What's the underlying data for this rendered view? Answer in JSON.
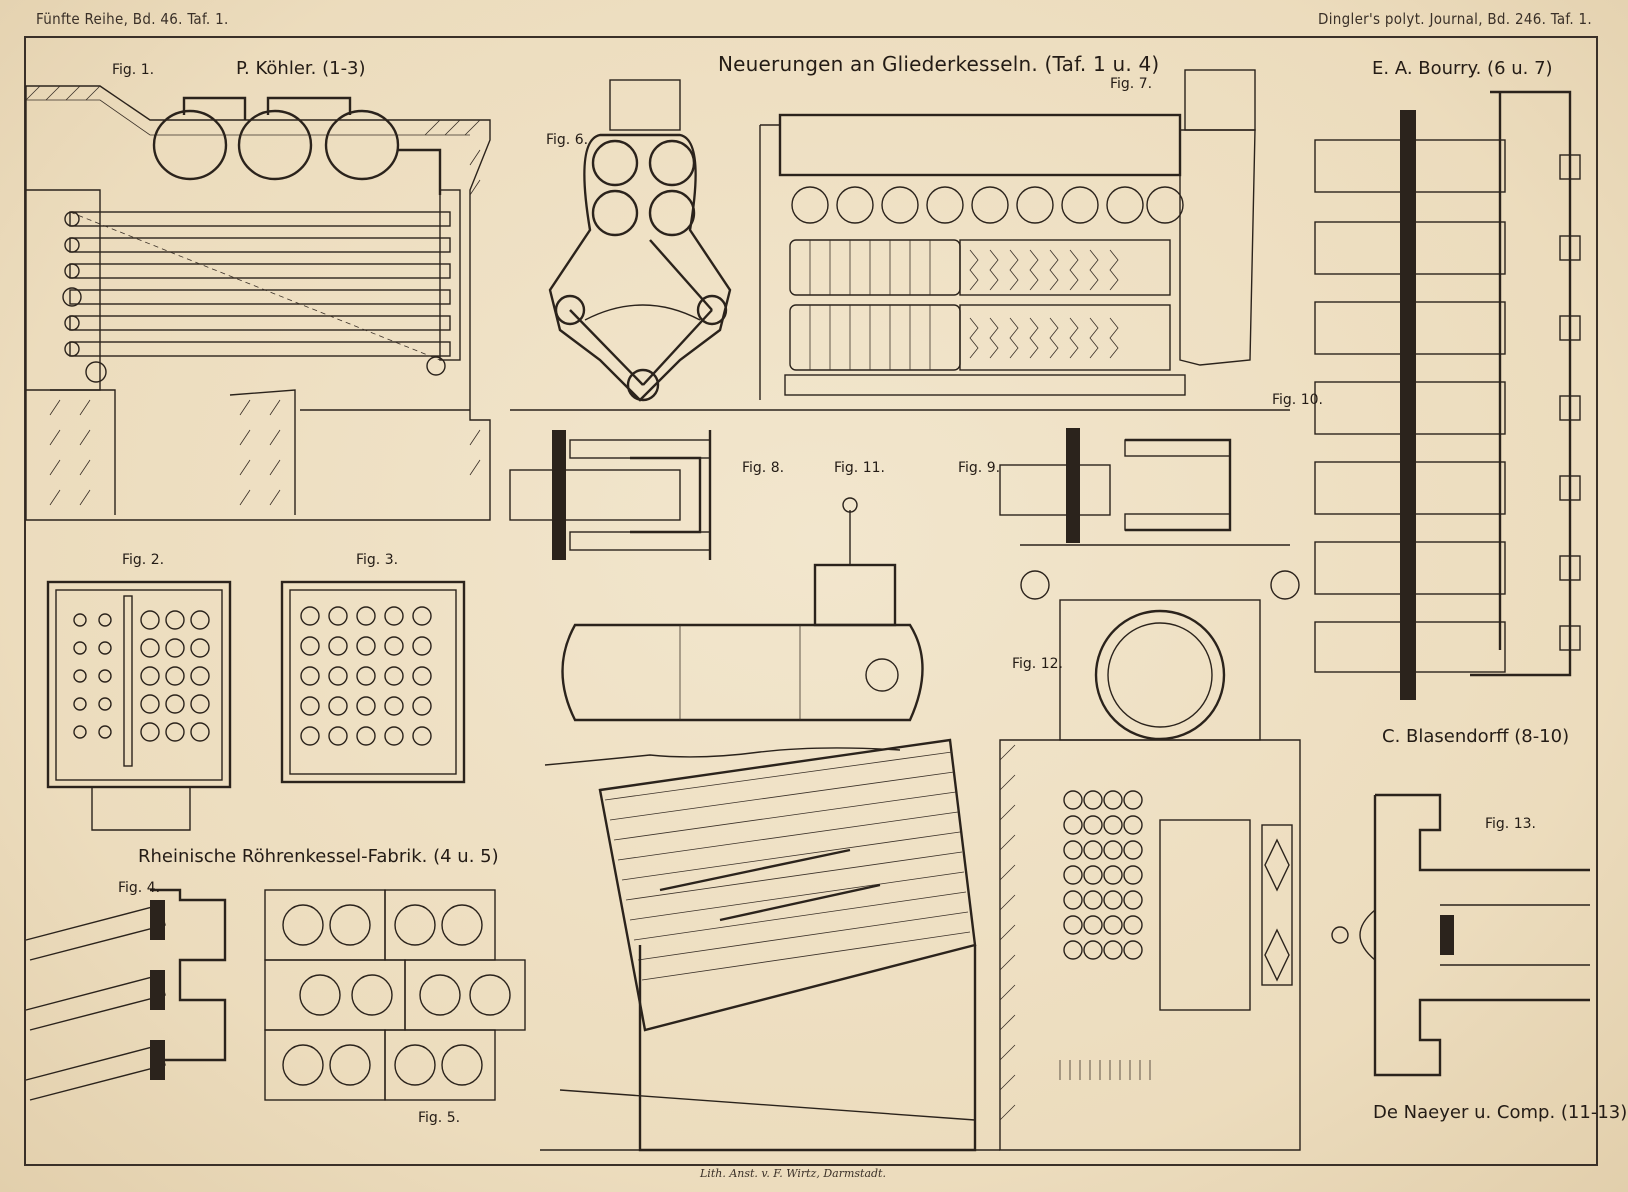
{
  "header": {
    "left": "Fünfte Reihe, Bd. 46. Taf. 1.",
    "right": "Dingler's polyt. Journal, Bd. 246. Taf. 1."
  },
  "title": "Neuerungen an Gliederkesseln. (Taf. 1 u. 4)",
  "authors": {
    "koehler": "P. Köhler. (1-3)",
    "bourry": "E. A. Bourry. (6 u. 7)",
    "blasendorff": "C. Blasendorff (8-10)",
    "rheinische": "Rheinische Röhrenkessel-Fabrik. (4 u. 5)",
    "naeyer": "De Naeyer u. Comp. (11-13)"
  },
  "figures": {
    "fig1": "Fig. 1.",
    "fig2": "Fig. 2.",
    "fig3": "Fig. 3.",
    "fig4": "Fig. 4.",
    "fig5": "Fig. 5.",
    "fig6": "Fig. 6.",
    "fig7": "Fig. 7.",
    "fig8": "Fig. 8.",
    "fig9": "Fig. 9.",
    "fig10": "Fig. 10.",
    "fig11": "Fig. 11.",
    "fig12": "Fig. 12.",
    "fig13": "Fig. 13."
  },
  "imprint": "Lith. Anst. v. F. Wirtz, Darmstadt."
}
